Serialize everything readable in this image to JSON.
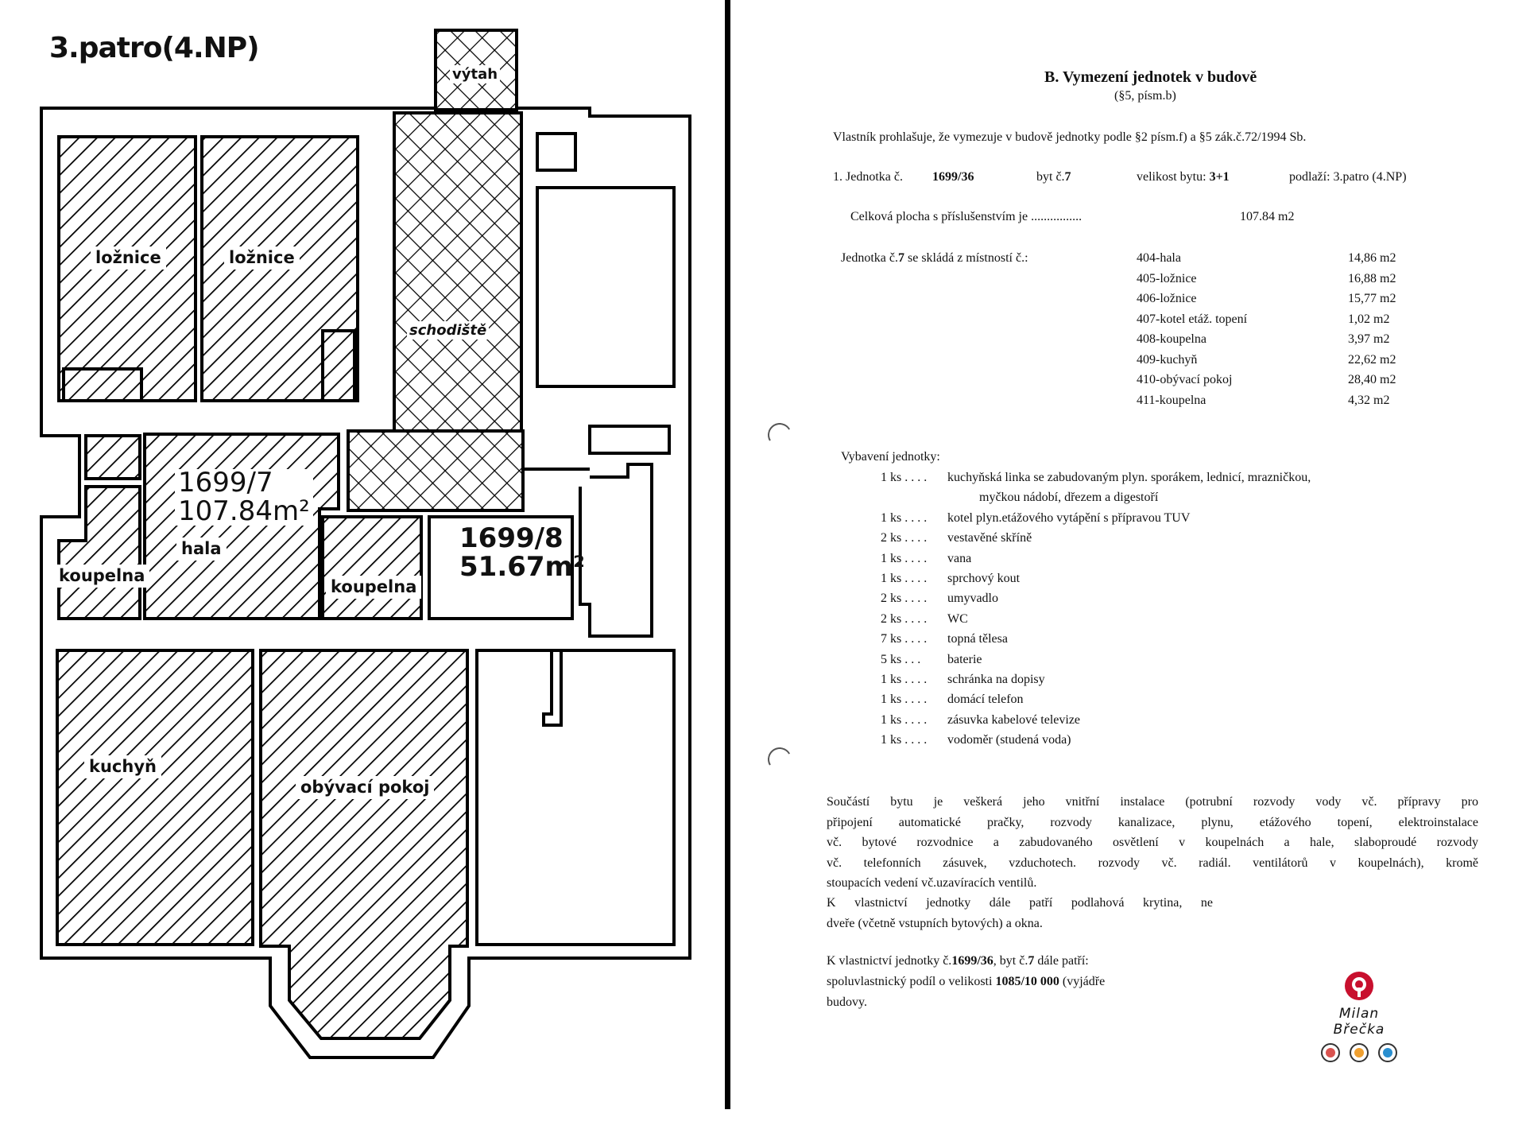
{
  "plan": {
    "floor_title": "3.patro(4.NP)",
    "labels": {
      "elevator": "výtah",
      "stairs": "schodiště",
      "bedroom1": "ložnice",
      "bedroom2": "ložnice",
      "bathroom1": "koupelna",
      "hall": "hala",
      "bathroom2": "koupelna",
      "kitchen": "kuchyň",
      "living": "obývací pokoj"
    },
    "unit7_id": "1699/7",
    "unit7_area": "107.84m²",
    "unit8_id": "1699/8",
    "unit8_area": "51.67m²"
  },
  "doc": {
    "heading": "B. Vymezení jednotek v budově",
    "subheading": "(§5, písm.b)",
    "intro": "Vlastník prohlašuje, že vymezuje v budově jednotky podle §2 písm.f) a §5 zák.č.72/1994 Sb.",
    "unit_line": {
      "prefix": "1. Jednotka č.",
      "unit_no": "1699/36",
      "flat_prefix": "byt č.",
      "flat_no": "7",
      "size_prefix": "velikost bytu:",
      "size": "3+1",
      "floor": "podlaží: 3.patro (4.NP)"
    },
    "total_area_label": "Celková plocha s příslušenstvím je ................",
    "total_area_value": "107.84 m2",
    "rooms_intro_a": "Jednotka č.",
    "rooms_intro_b": "7",
    "rooms_intro_c": " se skládá z místností č.:",
    "rooms": [
      {
        "name": "404-hala",
        "area": "14,86 m2"
      },
      {
        "name": "405-ložnice",
        "area": "16,88 m2"
      },
      {
        "name": "406-ložnice",
        "area": "15,77 m2"
      },
      {
        "name": "407-kotel etáž. topení",
        "area": "1,02 m2"
      },
      {
        "name": "408-koupelna",
        "area": "3,97 m2"
      },
      {
        "name": "409-kuchyň",
        "area": "22,62 m2"
      },
      {
        "name": "410-obývací pokoj",
        "area": "28,40 m2"
      },
      {
        "name": "411-koupelna",
        "area": "4,32 m2"
      }
    ],
    "equipment_title": "Vybavení jednotky:",
    "equipment": [
      {
        "qty": "1 ks . . . .",
        "item": "kuchyňská linka se zabudovaným plyn. sporákem, lednicí, mrazničkou,"
      },
      {
        "qty": "",
        "item": "myčkou nádobí, dřezem a digestoří"
      },
      {
        "qty": "1 ks . . . .",
        "item": "kotel plyn.etážového vytápění s přípravou TUV"
      },
      {
        "qty": "2 ks . . . .",
        "item": "vestavěné skříně"
      },
      {
        "qty": "1 ks . . . .",
        "item": "vana"
      },
      {
        "qty": "1 ks . . . .",
        "item": "sprchový kout"
      },
      {
        "qty": "2 ks . . . .",
        "item": "umyvadlo"
      },
      {
        "qty": "2 ks . . . .",
        "item": "WC"
      },
      {
        "qty": "7 ks . . . .",
        "item": "topná tělesa"
      },
      {
        "qty": "5 ks . . .",
        "item": "baterie"
      },
      {
        "qty": "1 ks . . . .",
        "item": "schránka na dopisy"
      },
      {
        "qty": "1 ks . . . .",
        "item": "domácí telefon"
      },
      {
        "qty": "1 ks . . . .",
        "item": "zásuvka kabelové televize"
      },
      {
        "qty": "1 ks . . . .",
        "item": "vodoměr (studená voda)"
      }
    ],
    "install_lines": [
      "Součástí bytu je veškerá jeho vnitřní instalace (potrubní rozvody vody vč. přípravy pro",
      "připojení automatické pračky, rozvody kanalizace, plynu, etážového topení, elektroinstalace",
      "vč. bytové rozvodnice a zabudovaného osvětlení v koupelnách a hale, slaboproudé rozvody",
      "vč. telefonních zásuvek, vzduchotech. rozvody vč. radiál. ventilátorů v koupelnách), kromě",
      "stoupacích vedení vč.uzavíracích ventilů."
    ],
    "floor_lines": [
      "K vlastnictví jednotky dále patří podlahová krytina, ne",
      "dveře (včetně vstupních bytových) a okna."
    ],
    "share_line1_a": "K vlastnictví jednotky č.",
    "share_line1_b": "1699/36",
    "share_line1_c": ", byt č.",
    "share_line1_d": "7",
    "share_line1_e": " dále patří:",
    "share_line2_a": "spoluvlastnický podíl o velikosti ",
    "share_line2_b": "1085/10 000",
    "share_line2_c": " (vyjádře",
    "share_line3": "budovy."
  },
  "logo": {
    "name": "Milan Břečka",
    "color": "#c8102e"
  }
}
